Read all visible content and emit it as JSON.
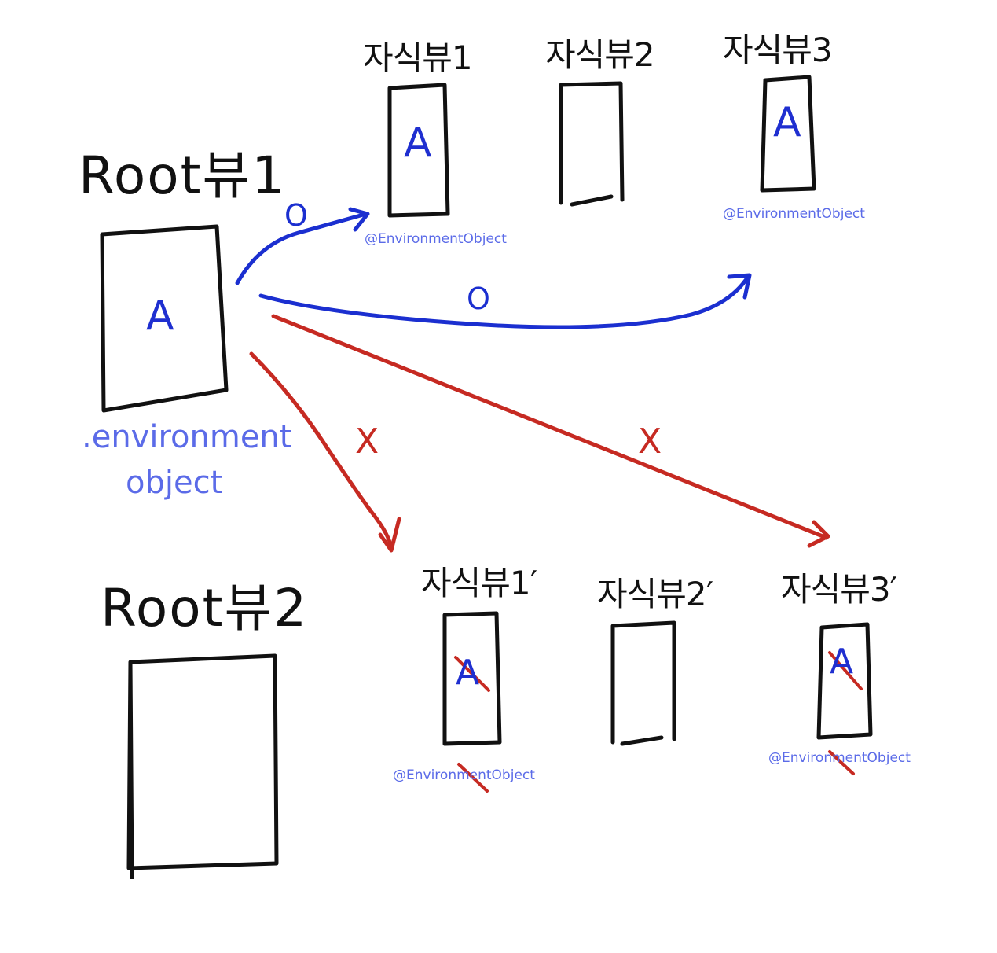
{
  "colors": {
    "ink": "#111111",
    "allowed_arrow": "#1b2fd0",
    "blocked_arrow": "#c62a22",
    "annotation": "#5b6be8",
    "object_letter": "#1f2fd0"
  },
  "root1": {
    "title": "Root뷰1",
    "object_letter": "A",
    "modifier_line1": ".environment",
    "modifier_line2": "object"
  },
  "root2": {
    "title": "Root뷰2"
  },
  "tree1_children": [
    {
      "title": "자식뷰1",
      "object_letter": "A",
      "annotation": "@EnvironmentObject"
    },
    {
      "title": "자식뷰2"
    },
    {
      "title": "자식뷰3",
      "object_letter": "A",
      "annotation": "@EnvironmentObject"
    }
  ],
  "tree2_children": [
    {
      "title": "자식뷰1′",
      "object_letter": "A",
      "annotation": "@EnvironmentObject"
    },
    {
      "title": "자식뷰2′"
    },
    {
      "title": "자식뷰3′",
      "object_letter": "A",
      "annotation": "@EnvironmentObject"
    }
  ],
  "edges": {
    "allowed_mark": "O",
    "blocked_mark": "X"
  }
}
